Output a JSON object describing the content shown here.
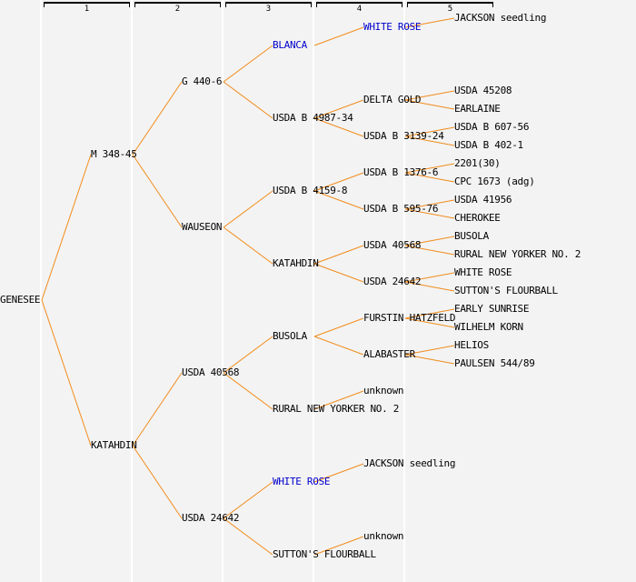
{
  "columns": [
    "1",
    "2",
    "3",
    "4",
    "5"
  ],
  "colors": {
    "link": "#f28c1c",
    "highlight": "#0000cc",
    "text": "#000000",
    "background": "#f3f3f3"
  },
  "pedigree": {
    "name": "GENESEE",
    "parents": [
      {
        "name": "M 348-45",
        "parents": [
          {
            "name": "G 440-6",
            "parents": [
              {
                "name": "BLANCA",
                "highlight": true,
                "parents": [
                  {
                    "name": "WHITE ROSE",
                    "highlight": true,
                    "parents": [
                      {
                        "name": "JACKSON seedling"
                      }
                    ]
                  }
                ]
              },
              {
                "name": "USDA B 4987-34",
                "parents": [
                  {
                    "name": "DELTA GOLD",
                    "parents": [
                      {
                        "name": "USDA 45208"
                      },
                      {
                        "name": "EARLAINE"
                      }
                    ]
                  },
                  {
                    "name": "USDA B 3139-24",
                    "parents": [
                      {
                        "name": "USDA B 607-56"
                      },
                      {
                        "name": "USDA B 402-1"
                      }
                    ]
                  }
                ]
              }
            ]
          },
          {
            "name": "WAUSEON",
            "parents": [
              {
                "name": "USDA B 4159-8",
                "parents": [
                  {
                    "name": "USDA B 1376-6",
                    "parents": [
                      {
                        "name": "2201(30)"
                      },
                      {
                        "name": "CPC 1673 (adg)"
                      }
                    ]
                  },
                  {
                    "name": "USDA B 595-76",
                    "parents": [
                      {
                        "name": "USDA 41956"
                      },
                      {
                        "name": "CHEROKEE"
                      }
                    ]
                  }
                ]
              },
              {
                "name": "KATAHDIN",
                "parents": [
                  {
                    "name": "USDA 40568",
                    "parents": [
                      {
                        "name": "BUSOLA"
                      },
                      {
                        "name": "RURAL NEW YORKER NO. 2"
                      }
                    ]
                  },
                  {
                    "name": "USDA 24642",
                    "parents": [
                      {
                        "name": "WHITE ROSE"
                      },
                      {
                        "name": "SUTTON'S FLOURBALL"
                      }
                    ]
                  }
                ]
              }
            ]
          }
        ]
      },
      {
        "name": "KATAHDIN",
        "parents": [
          {
            "name": "USDA 40568",
            "parents": [
              {
                "name": "BUSOLA",
                "parents": [
                  {
                    "name": "FURSTIN HATZFELD",
                    "parents": [
                      {
                        "name": "EARLY SUNRISE"
                      },
                      {
                        "name": "WILHELM KORN"
                      }
                    ]
                  },
                  {
                    "name": "ALABASTER",
                    "parents": [
                      {
                        "name": "HELIOS"
                      },
                      {
                        "name": "PAULSEN 544/89"
                      }
                    ]
                  }
                ]
              },
              {
                "name": "RURAL NEW YORKER NO. 2",
                "parents": [
                  {
                    "name": "unknown"
                  }
                ]
              }
            ]
          },
          {
            "name": "USDA 24642",
            "parents": [
              {
                "name": "WHITE ROSE",
                "highlight": true,
                "parents": [
                  {
                    "name": "JACKSON seedling"
                  }
                ]
              },
              {
                "name": "SUTTON'S FLOURBALL",
                "parents": [
                  {
                    "name": "unknown"
                  }
                ]
              }
            ]
          }
        ]
      }
    ]
  }
}
